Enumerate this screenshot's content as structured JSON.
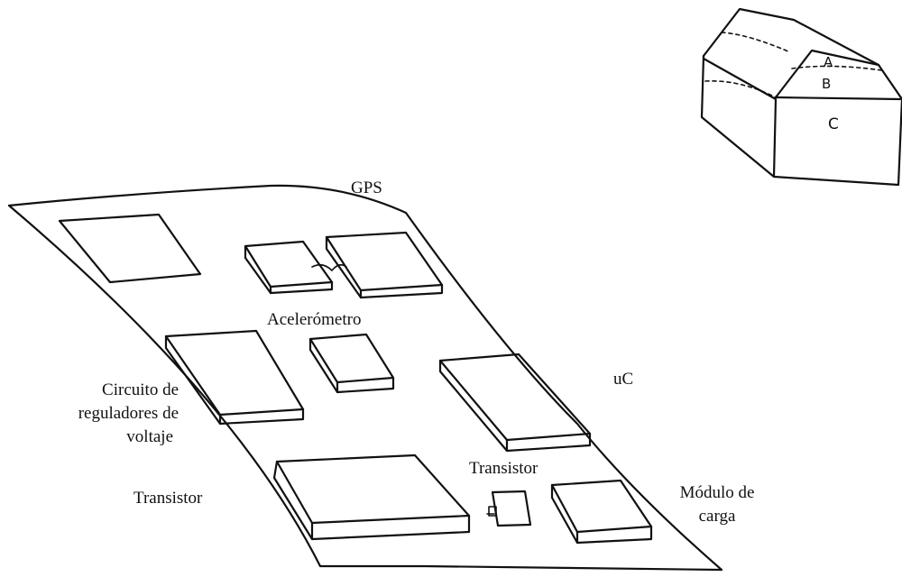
{
  "labels": {
    "gps": "GPS",
    "accelerometer": "Acelerómetro",
    "uc": "uC",
    "voltage_regulators": [
      "Circuito de",
      "reguladores de",
      "voltaje"
    ],
    "transistor_left": "Transistor",
    "transistor_right": "Transistor",
    "charge_module": [
      "Módulo de",
      "carga"
    ]
  },
  "enclosure_sketch": {
    "layer_a": "A",
    "layer_b": "B",
    "layer_c": "C"
  }
}
